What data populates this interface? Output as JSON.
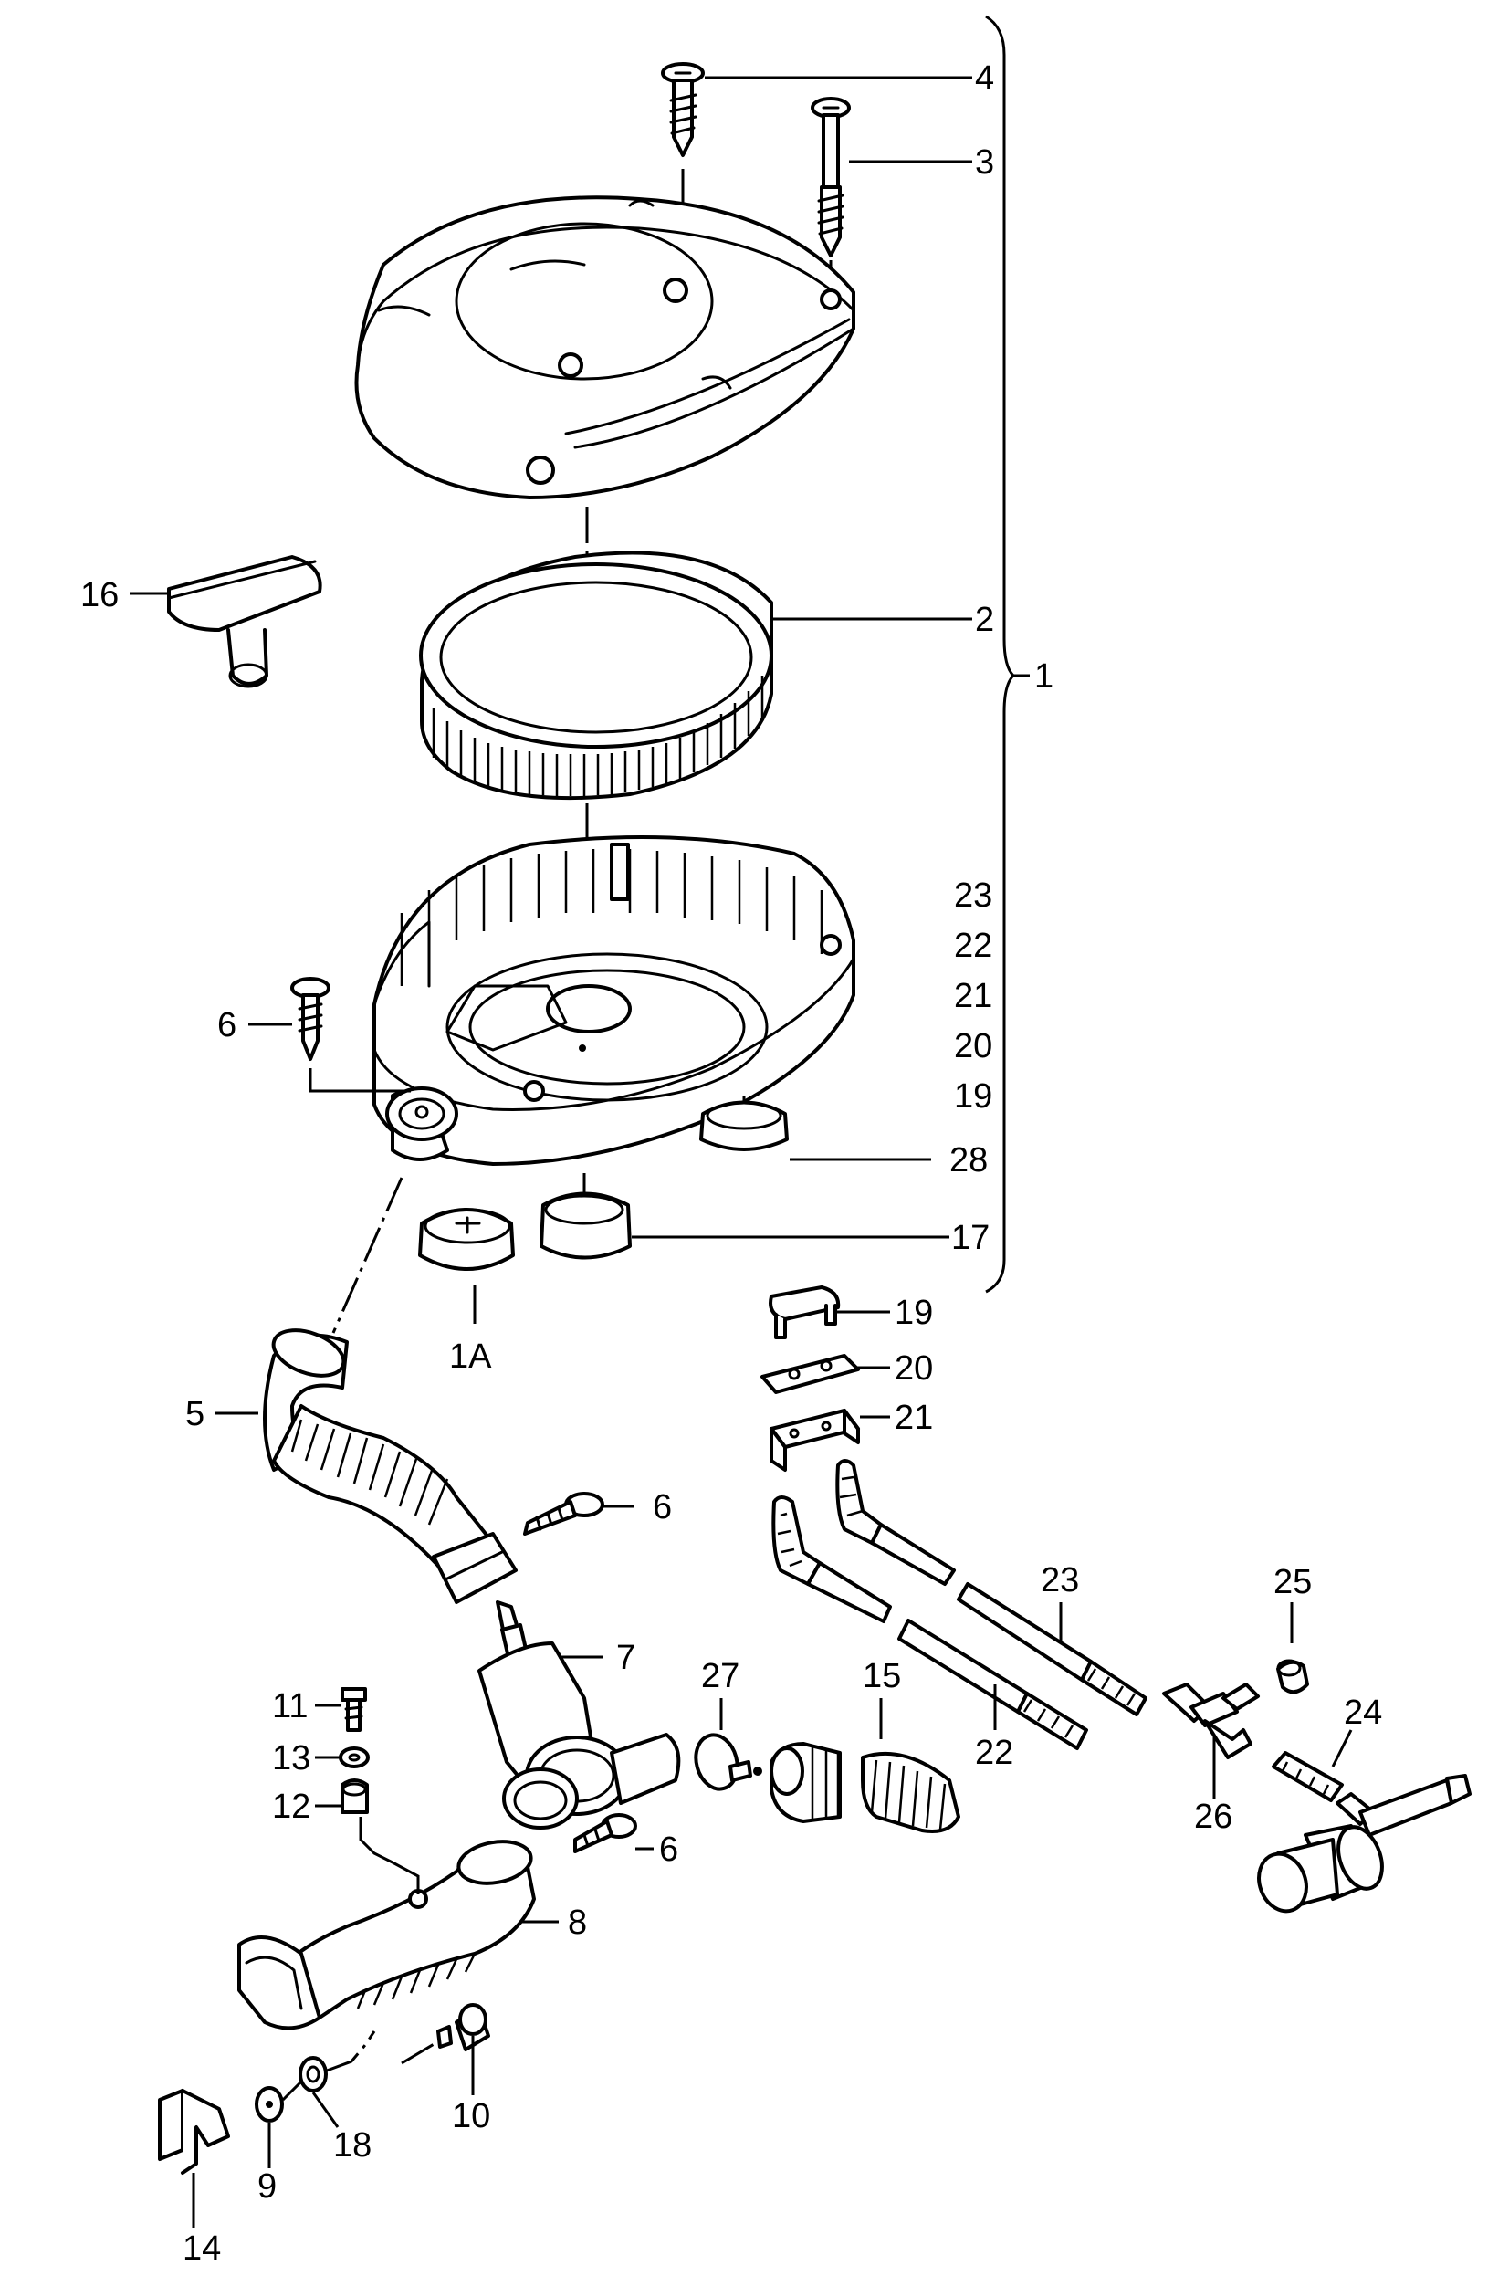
{
  "callouts": {
    "c1": "1",
    "c1a": "1A",
    "c2": "2",
    "c3": "3",
    "c4": "4",
    "c5": "5",
    "c6a": "6",
    "c6b": "6",
    "c6c": "6",
    "c7": "7",
    "c8": "8",
    "c9": "9",
    "c10": "10",
    "c11": "11",
    "c12": "12",
    "c13": "13",
    "c14": "14",
    "c15": "15",
    "c16": "16",
    "c17": "17",
    "c18": "18",
    "c19": "19",
    "c20": "20",
    "c21": "21",
    "c22": "22",
    "c23": "23",
    "c24": "24",
    "c25": "25",
    "c26": "26",
    "c27": "27",
    "c28": "28"
  },
  "kit_list": [
    "23",
    "22",
    "21",
    "20",
    "19"
  ]
}
